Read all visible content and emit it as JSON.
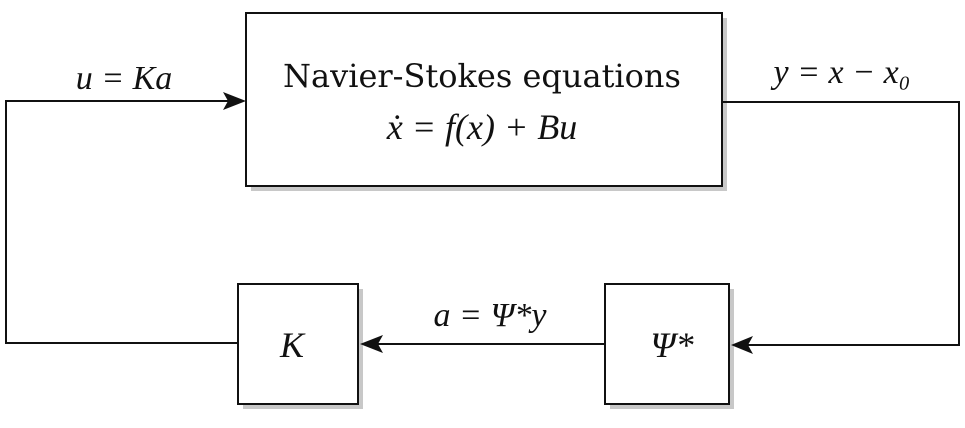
{
  "blocks": {
    "plant": {
      "title": "Navier-Stokes equations",
      "equation": "ẋ = f(x) + Bu"
    },
    "gain": {
      "label": "K"
    },
    "projection": {
      "label": "Ψ*"
    }
  },
  "signals": {
    "control": "u = Ka",
    "output": "y = x − x₀",
    "coefficients": "a = Ψ*y"
  }
}
